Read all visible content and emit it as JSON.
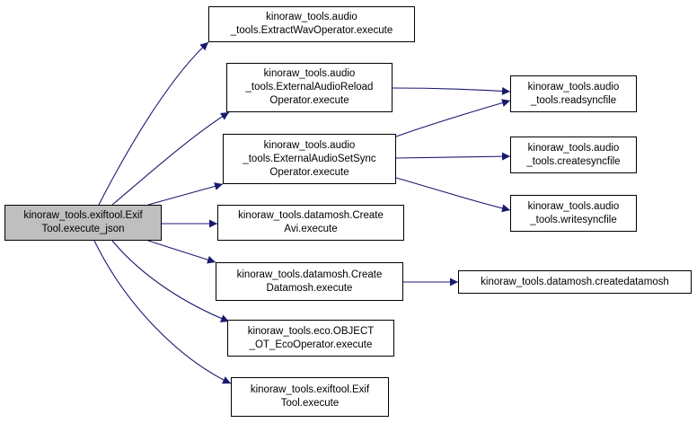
{
  "colors": {
    "edge": "#191970",
    "root_fill": "#bfbfbf",
    "node_border": "#000000"
  },
  "nodes": {
    "root": "kinoraw_tools.exiftool.Exif\nTool.execute_json",
    "extract_wav": "kinoraw_tools.audio\n_tools.ExtractWavOperator.execute",
    "external_audio_reload": "kinoraw_tools.audio\n_tools.ExternalAudioReload\nOperator.execute",
    "external_audio_setsync": "kinoraw_tools.audio\n_tools.ExternalAudioSetSync\nOperator.execute",
    "create_avi": "kinoraw_tools.datamosh.Create\nAvi.execute",
    "create_datamosh_exec": "kinoraw_tools.datamosh.Create\nDatamosh.execute",
    "eco_operator": "kinoraw_tools.eco.OBJECT\n_OT_EcoOperator.execute",
    "exiftool_execute": "kinoraw_tools.exiftool.Exif\nTool.execute",
    "readsyncfile": "kinoraw_tools.audio\n_tools.readsyncfile",
    "createsyncfile": "kinoraw_tools.audio\n_tools.createsyncfile",
    "writesyncfile": "kinoraw_tools.audio\n_tools.writesyncfile",
    "createdatamosh": "kinoraw_tools.datamosh.createdatamosh"
  }
}
